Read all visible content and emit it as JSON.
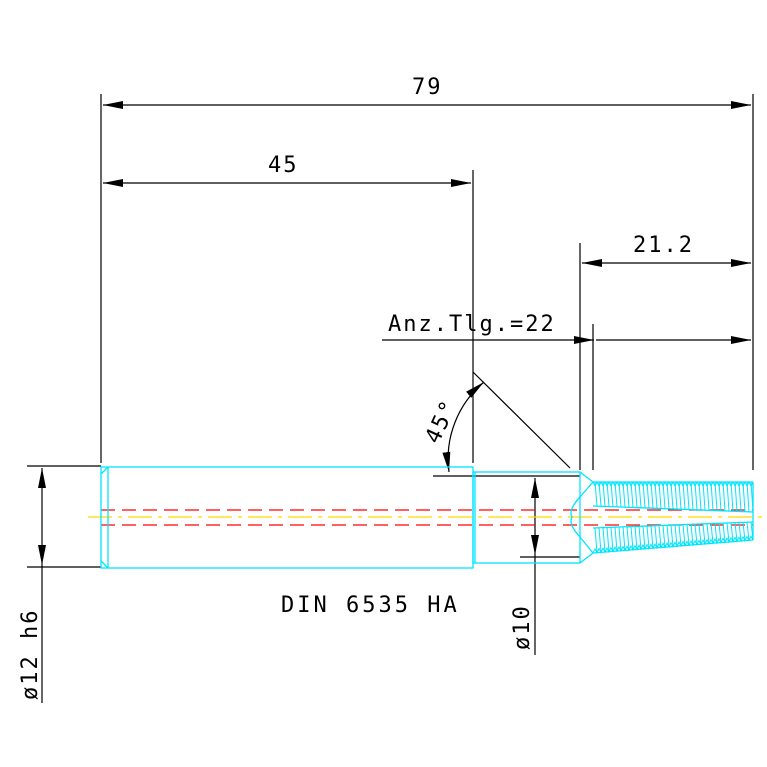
{
  "drawing": {
    "dimensions": {
      "overall_length": "79",
      "shank_length": "45",
      "thread_length": "21.2",
      "teeth_count": "Anz.Tlg.=22",
      "angle": "45°",
      "shank_diameter": "ø12 h6",
      "neck_diameter": "ø10"
    },
    "designation": "DIN 6535 HA",
    "colors": {
      "outline": "#00e5ff",
      "dimension": "#000000",
      "hidden_line": "#ff0000",
      "center_line": "#ffd800"
    }
  }
}
